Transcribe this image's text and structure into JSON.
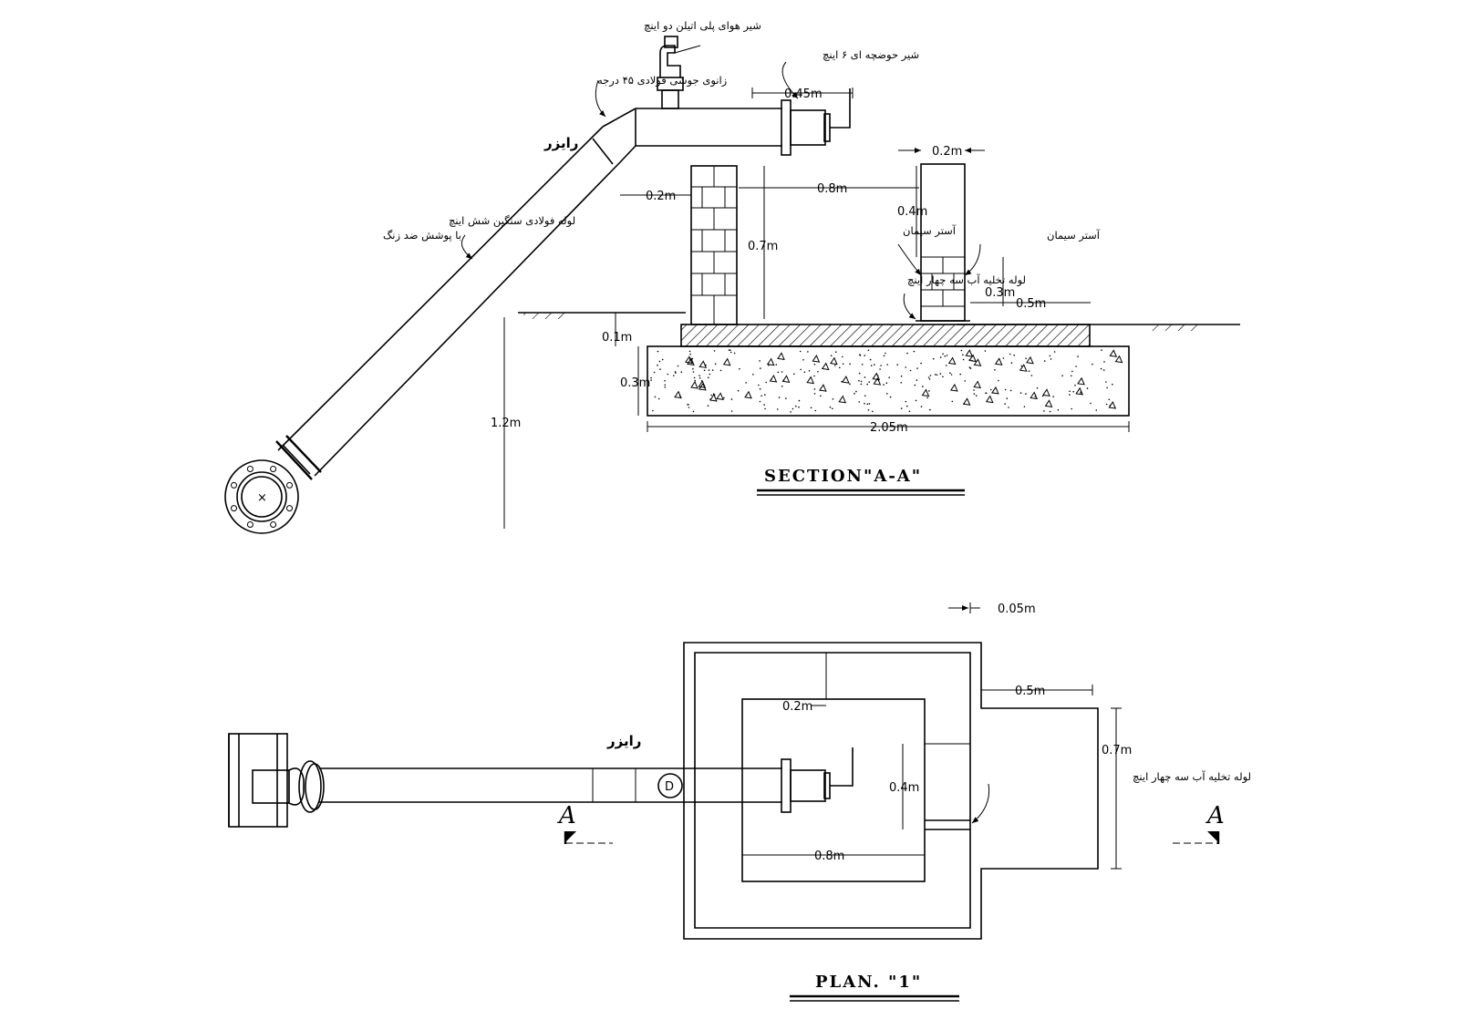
{
  "section": {
    "title": "SECTION\"A-A\"",
    "labels": {
      "air_valve": "شیر هوای پلی اتیلن دو اینچ",
      "float_valve": "شیر حوضچه ای ۶ اینچ",
      "elbow": "زانوی جوشی فولادی ۴۵ درجه",
      "riser": "رایزر",
      "steel_pipe_1": "لوله فولادی سنگین شش اینچ",
      "steel_pipe_2": "با پوشش ضد زنگ",
      "plaster_1": "آستر سیمان",
      "plaster_2": "آستر سیمان",
      "drain_pipe": "لوله تخلیه آب سه چهار اینچ"
    },
    "dimensions": {
      "d_045": "0.45m",
      "d_02_top": "0.2m",
      "d_08": "0.8m",
      "d_02_left": "0.2m",
      "d_04": "0.4m",
      "d_07": "0.7m",
      "d_03_wall": "0.3m",
      "d_05": "0.5m",
      "d_01": "0.1m",
      "d_03_base": "0.3m",
      "d_12": "1.2m",
      "d_205": "2.05m"
    }
  },
  "plan": {
    "title": "PLAN.  \"1\"",
    "labels": {
      "riser": "رایزر",
      "drain_pipe": "لوله تخلیه آب سه چهار اینچ",
      "valve_mark": "D",
      "cut_left": "A",
      "cut_right": "A"
    },
    "dimensions": {
      "d_005": "0.05m",
      "d_05": "0.5m",
      "d_02": "0.2m",
      "d_07": "0.7m",
      "d_04": "0.4m",
      "d_08": "0.8m"
    }
  }
}
